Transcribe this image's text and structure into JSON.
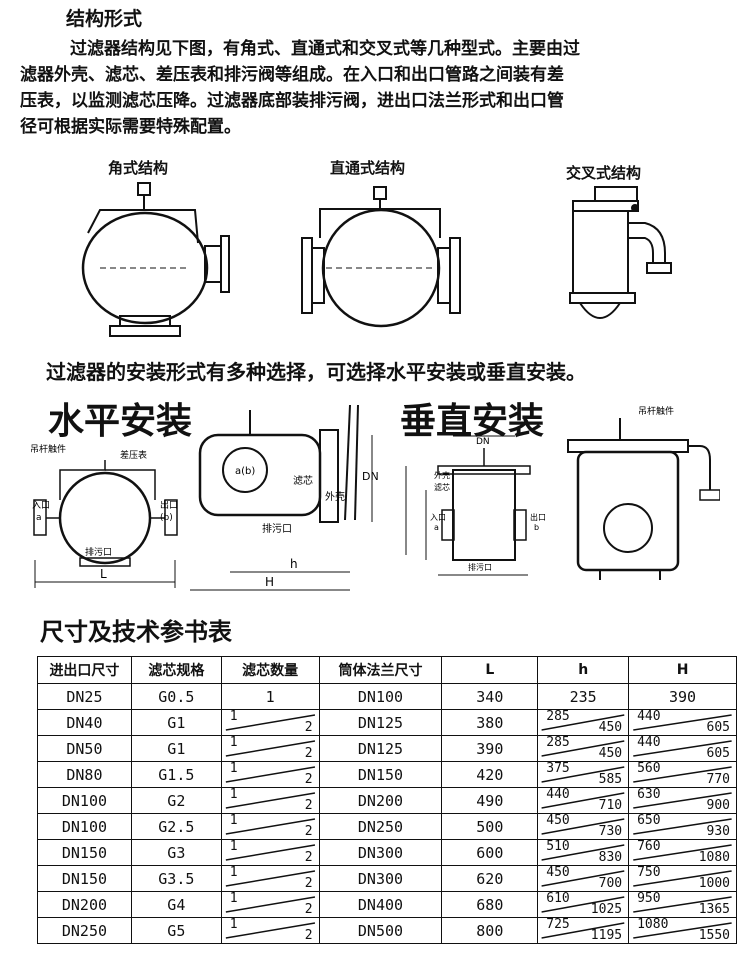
{
  "section_title": "结构形式",
  "intro_lines": [
    "过滤器结构见下图，有角式、直通式和交叉式等几种型式。主要由过",
    "滤器外壳、滤芯、差压表和排污阀等组成。在入口和出口管路之间装有差",
    "压表，以监测滤芯压降。过滤器底部装排污阀，进出口法兰形式和出口管",
    "径可根据实际需要特殊配置。"
  ],
  "structure_labels": {
    "angle": "角式结构",
    "straight": "直通式结构",
    "cross": "交叉式结构"
  },
  "install_text": "过滤器的安装形式有多种选择，可选择水平安装或垂直安装。",
  "horizontal_title": "水平安装",
  "vertical_title": "垂直安装",
  "diagram_labels": {
    "hanger": "吊杆触件",
    "diff_gauge": "差压表",
    "inlet": "入口",
    "inlet_sub": "a",
    "outlet": "出口",
    "outlet_sub": "(b)",
    "drain": "排污口",
    "filter_core": "滤芯",
    "shell": "外壳",
    "drain2": "排污口",
    "ab": "a(b)",
    "DN": "DN",
    "h": "h",
    "H": "H",
    "L": "L",
    "v_hanger": "吊杆触件",
    "v_shell": "外壳",
    "v_core": "滤芯",
    "v_inlet": "入口",
    "v_inlet_sub": "a",
    "v_outlet": "出口",
    "v_outlet_sub": "b",
    "v_drain": "排污口",
    "v_DN": "DN"
  },
  "table_title": "尺寸及技术参书表",
  "table": {
    "headers": [
      "进出口尺寸",
      "滤芯规格",
      "滤芯数量",
      "筒体法兰尺寸",
      "L",
      "h",
      "H"
    ],
    "rows": [
      {
        "dn": "DN25",
        "spec": "G0.5",
        "qty": [
          "1"
        ],
        "flange": "DN100",
        "L": "340",
        "h": [
          "235"
        ],
        "H": [
          "390"
        ]
      },
      {
        "dn": "DN40",
        "spec": "G1",
        "qty": [
          "1",
          "2"
        ],
        "flange": "DN125",
        "L": "380",
        "h": [
          "285",
          "450"
        ],
        "H": [
          "440",
          "605"
        ]
      },
      {
        "dn": "DN50",
        "spec": "G1",
        "qty": [
          "1",
          "2"
        ],
        "flange": "DN125",
        "L": "390",
        "h": [
          "285",
          "450"
        ],
        "H": [
          "440",
          "605"
        ]
      },
      {
        "dn": "DN80",
        "spec": "G1.5",
        "qty": [
          "1",
          "2"
        ],
        "flange": "DN150",
        "L": "420",
        "h": [
          "375",
          "585"
        ],
        "H": [
          "560",
          "770"
        ]
      },
      {
        "dn": "DN100",
        "spec": "G2",
        "qty": [
          "1",
          "2"
        ],
        "flange": "DN200",
        "L": "490",
        "h": [
          "440",
          "710"
        ],
        "H": [
          "630",
          "900"
        ]
      },
      {
        "dn": "DN100",
        "spec": "G2.5",
        "qty": [
          "1",
          "2"
        ],
        "flange": "DN250",
        "L": "500",
        "h": [
          "450",
          "730"
        ],
        "H": [
          "650",
          "930"
        ]
      },
      {
        "dn": "DN150",
        "spec": "G3",
        "qty": [
          "1",
          "2"
        ],
        "flange": "DN300",
        "L": "600",
        "h": [
          "510",
          "830"
        ],
        "H": [
          "760",
          "1080"
        ]
      },
      {
        "dn": "DN150",
        "spec": "G3.5",
        "qty": [
          "1",
          "2"
        ],
        "flange": "DN300",
        "L": "620",
        "h": [
          "450",
          "700"
        ],
        "H": [
          "750",
          "1000"
        ]
      },
      {
        "dn": "DN200",
        "spec": "G4",
        "qty": [
          "1",
          "2"
        ],
        "flange": "DN400",
        "L": "680",
        "h": [
          "610",
          "1025"
        ],
        "H": [
          "950",
          "1365"
        ]
      },
      {
        "dn": "DN250",
        "spec": "G5",
        "qty": [
          "1",
          "2"
        ],
        "flange": "DN500",
        "L": "800",
        "h": [
          "725",
          "1195"
        ],
        "H": [
          "1080",
          "1550"
        ]
      }
    ]
  }
}
